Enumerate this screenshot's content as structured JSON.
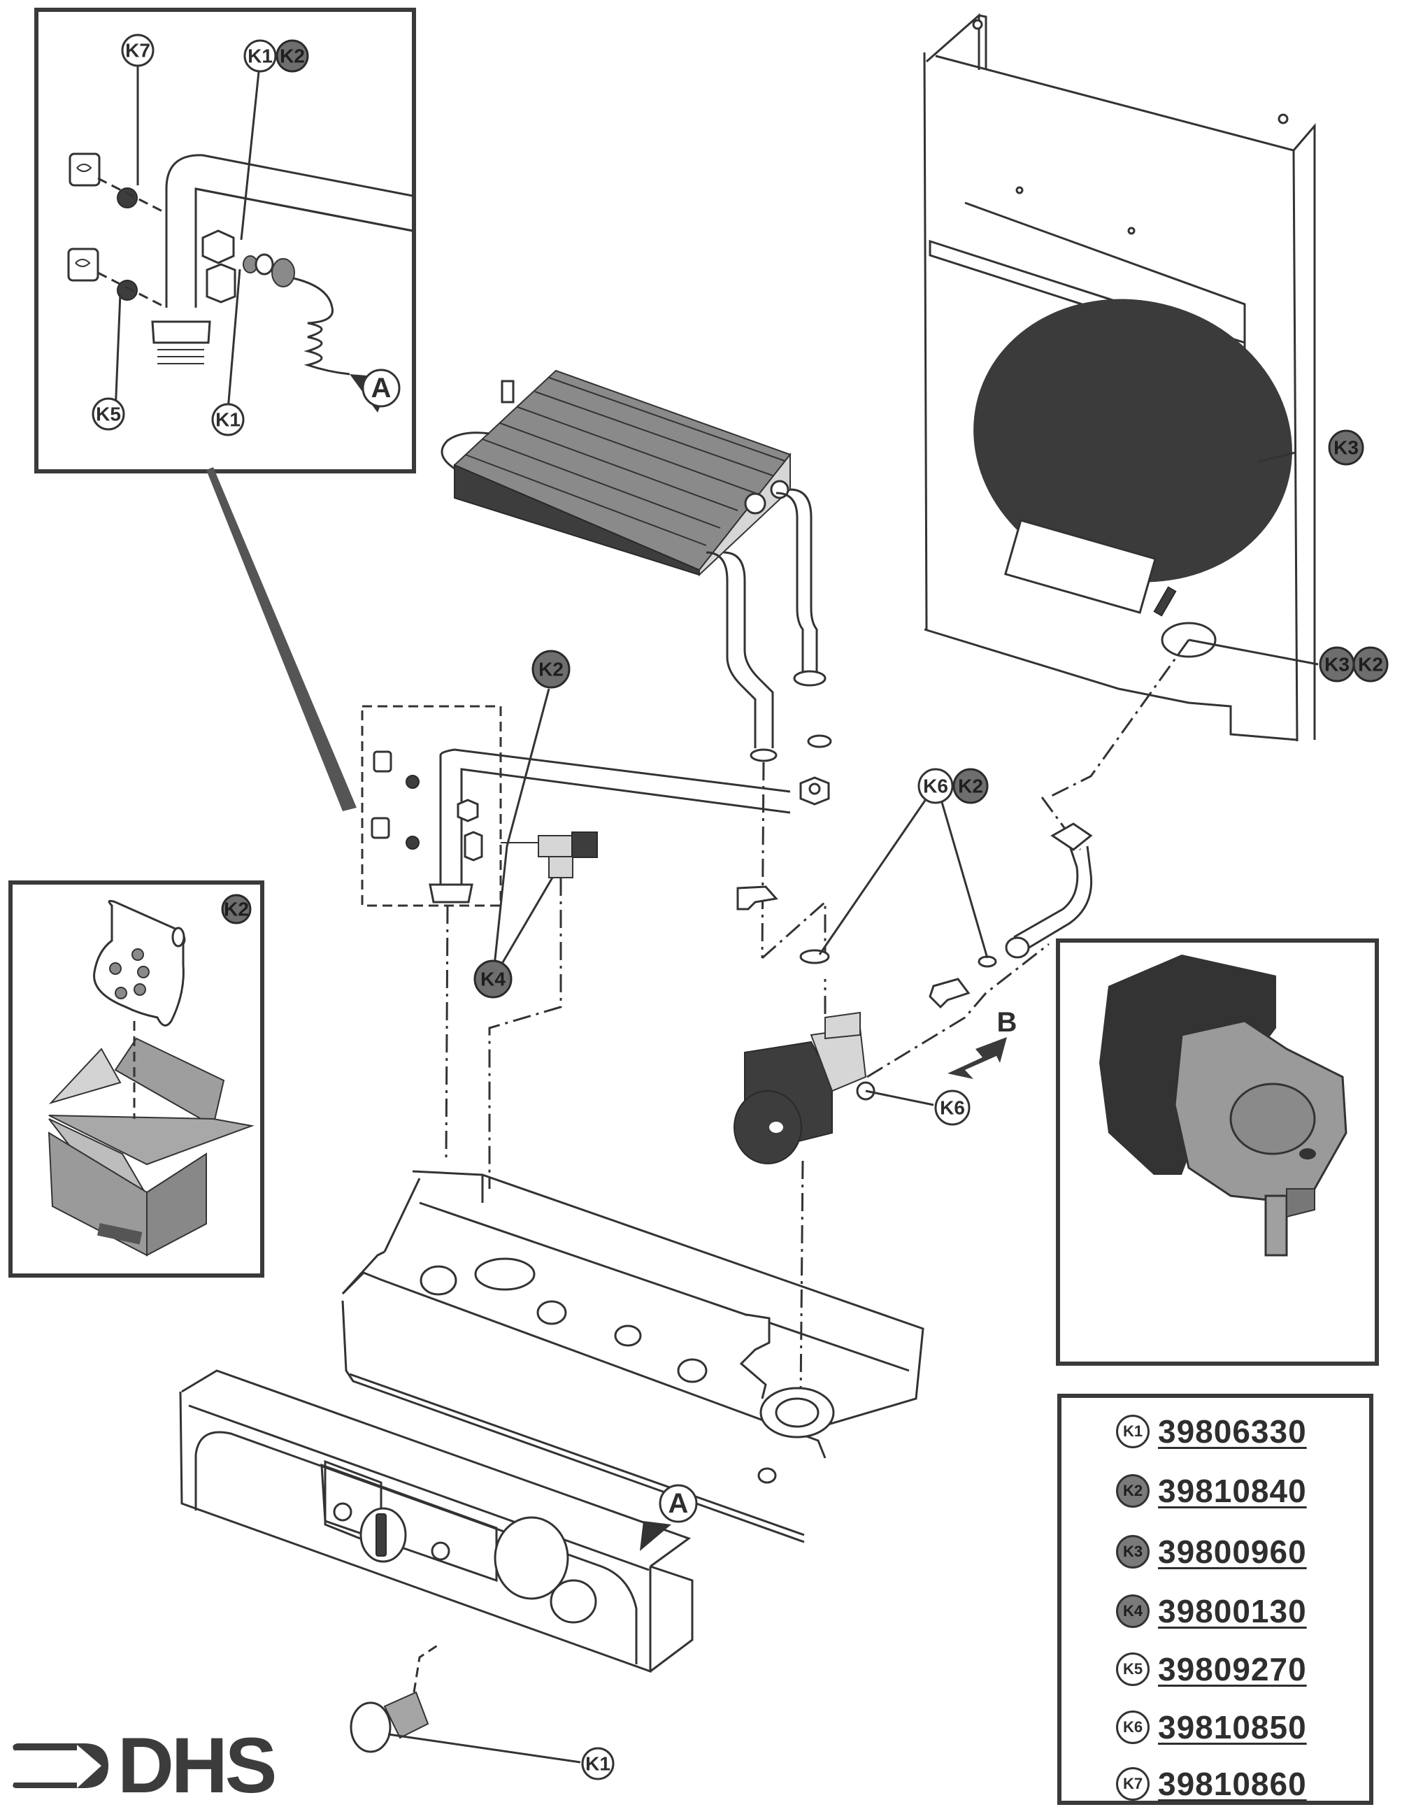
{
  "document": {
    "type": "exploded parts diagram",
    "brand_logo_text": "DHS"
  },
  "callouts": {
    "K1": "K1",
    "K2": "K2",
    "K3": "K3",
    "K4": "K4",
    "K5": "K5",
    "K6": "K6",
    "K7": "K7",
    "A": "A",
    "B": "B"
  },
  "legend": {
    "rows": [
      {
        "key": "K1",
        "part_number": "39806330",
        "badge_style": "open"
      },
      {
        "key": "K2",
        "part_number": "39810840",
        "badge_style": "filled"
      },
      {
        "key": "K3",
        "part_number": "39800960",
        "badge_style": "filled"
      },
      {
        "key": "K4",
        "part_number": "39800130",
        "badge_style": "filled"
      },
      {
        "key": "K5",
        "part_number": "39809270",
        "badge_style": "open"
      },
      {
        "key": "K6",
        "part_number": "39810850",
        "badge_style": "open"
      },
      {
        "key": "K7",
        "part_number": "39810860",
        "badge_style": "open"
      }
    ]
  },
  "colors": {
    "ink": "#2e2e2e",
    "filled_badge": "#6e6e6e",
    "paper": "#ffffff"
  }
}
